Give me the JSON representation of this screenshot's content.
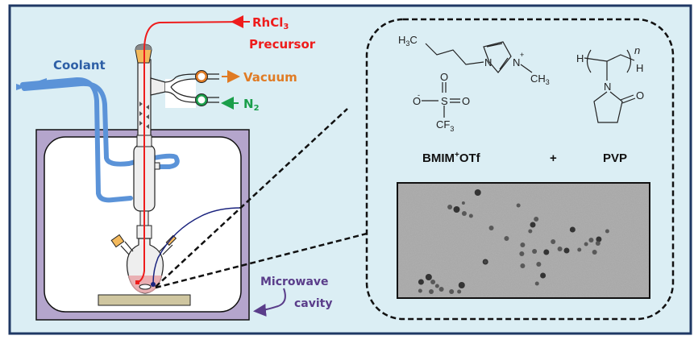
{
  "labels": {
    "precursor_formula": "RhCl",
    "precursor_sub": "3",
    "precursor_word": "Precursor",
    "coolant": "Coolant",
    "vacuum": "Vacuum",
    "n2_main": "N",
    "n2_sub": "2",
    "microwave_line1": "Microwave",
    "microwave_line2": "cavity"
  },
  "chemistry": {
    "bmim": {
      "h3c": "H",
      "h3c_sub": "3",
      "h3c_c": "C",
      "n1": "N",
      "n3": "N",
      "n3_charge": "+",
      "ch3": "CH",
      "ch3_sub": "3"
    },
    "otf": {
      "o_top": "O",
      "o_left": "O",
      "o_left_charge": "-",
      "s": "S",
      "o_right": "O",
      "cf3": "CF",
      "cf3_sub": "3"
    },
    "pvp": {
      "h_left": "H",
      "h_right": "H",
      "n_repeat": "n",
      "n_ring": "N",
      "o": "O"
    },
    "name_left": "BMIM",
    "name_left_sup": "+",
    "name_left_tail": "OTf",
    "plus": "+",
    "name_right": "PVP"
  },
  "colors": {
    "background": "#dbeef4",
    "frame": "#1f3864",
    "precursor": "#ee1c1c",
    "coolant_text": "#2e5fa6",
    "coolant_tube": "#5b93d8",
    "vacuum": "#e07b24",
    "n2": "#1a9e4a",
    "cavity": "#b4a5cc",
    "cavity_text": "#5a3d8a",
    "probe": "#1a237e",
    "solution": "#e8a4a8",
    "stage": "#cfc6a0"
  },
  "tem_particles": [
    [
      95,
      12,
      4
    ],
    [
      62,
      30,
      3
    ],
    [
      70,
      33,
      4
    ],
    [
      79,
      38,
      3
    ],
    [
      87,
      41,
      2.5
    ],
    [
      143,
      28,
      2.5
    ],
    [
      111,
      56,
      3
    ],
    [
      160,
      52,
      3.5
    ],
    [
      164,
      45,
      3
    ],
    [
      157,
      60,
      2.5
    ],
    [
      104,
      98,
      3.5
    ],
    [
      104,
      98,
      2
    ],
    [
      129,
      69,
      3
    ],
    [
      147,
      88,
      3
    ],
    [
      148,
      77,
      3
    ],
    [
      148,
      103,
      3
    ],
    [
      162,
      85,
      3
    ],
    [
      176,
      86,
      3.5
    ],
    [
      184,
      73,
      3
    ],
    [
      192,
      82,
      3
    ],
    [
      200,
      84,
      3.5
    ],
    [
      167,
      101,
      3
    ],
    [
      172,
      115,
      3.5
    ],
    [
      165,
      125,
      2.5
    ],
    [
      207,
      58,
      3.5
    ],
    [
      229,
      71,
      3
    ],
    [
      238,
      70,
      3.5
    ],
    [
      237,
      75,
      3
    ],
    [
      233,
      86,
      3
    ],
    [
      248,
      60,
      2.5
    ],
    [
      28,
      123,
      3.5
    ],
    [
      37,
      117,
      4
    ],
    [
      42,
      123,
      3
    ],
    [
      47,
      128,
      2.5
    ],
    [
      40,
      135,
      3
    ],
    [
      52,
      132,
      3
    ],
    [
      64,
      135,
      3
    ],
    [
      76,
      127,
      4
    ],
    [
      73,
      135,
      2.5
    ],
    [
      27,
      134,
      2.5
    ],
    [
      78,
      25,
      2
    ],
    [
      223,
      76,
      2.5
    ],
    [
      215,
      83,
      2.5
    ]
  ]
}
